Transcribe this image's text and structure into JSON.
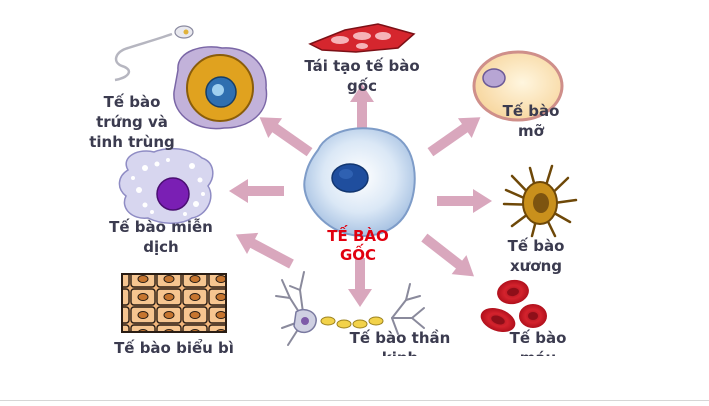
{
  "center": {
    "line1": "TẾ BÀO",
    "line2": "GỐC"
  },
  "labels": {
    "regen": {
      "line1": "Tái tạo tế bào",
      "line2": "gốc"
    },
    "fat": {
      "line1": "Tế bào",
      "line2": "mỡ"
    },
    "egg": {
      "line1": "Tế bào",
      "line2": "trứng và",
      "line3": "tinh trùng"
    },
    "immune": {
      "line1": "Tế bào miễn",
      "line2": "dịch"
    },
    "bone": {
      "line1": "Tế bào",
      "line2": "xương"
    },
    "epi": {
      "line1": "Tế bào biểu bì"
    },
    "neuron": {
      "line1": "Tế bào thần",
      "line2": "kinh"
    },
    "blood": {
      "line1": "Tế bào",
      "line2": "máu"
    }
  },
  "colors": {
    "arrow": "#d9a7bd",
    "center_label": "#e1000f",
    "label": "#3b3b4f"
  }
}
